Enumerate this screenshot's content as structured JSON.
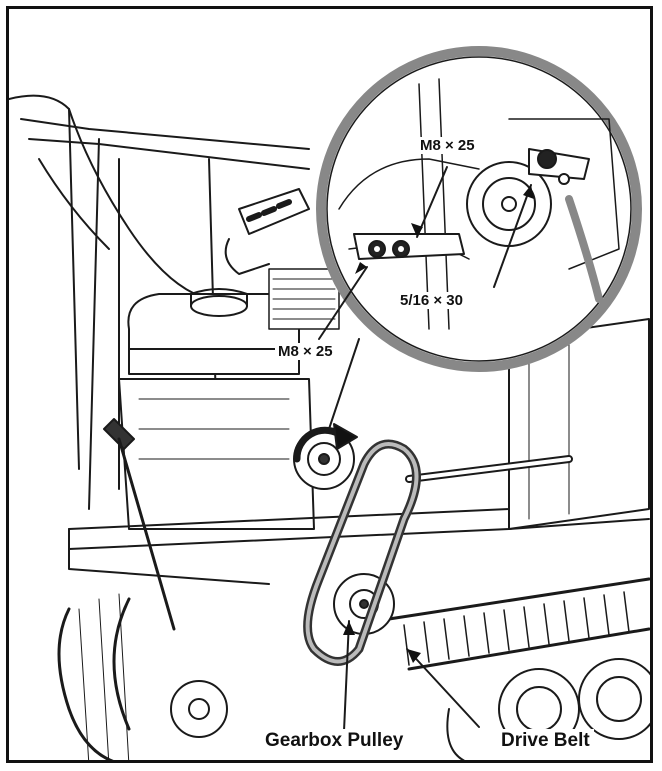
{
  "labels": {
    "m8_top": "M8 × 25",
    "m8_bottom": "M8 × 25",
    "bolt_516": "5/16 × 30",
    "gearbox_pulley": "Gearbox Pulley",
    "drive_belt": "Drive Belt"
  }
}
